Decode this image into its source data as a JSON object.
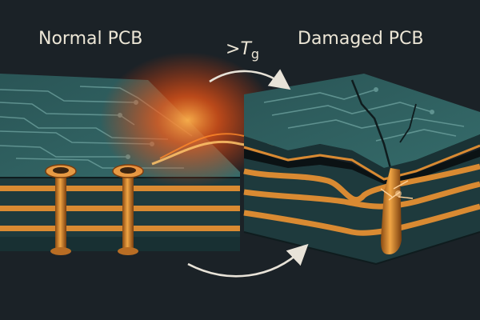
{
  "labels": {
    "normal": "Normal PCB",
    "damaged": "Damaged PCB",
    "threshold_prefix": ">",
    "threshold_symbol": "T",
    "threshold_subscript": "g"
  },
  "colors": {
    "background": "#1b2227",
    "laminate_top": "#2d5a5c",
    "laminate_dark": "#1e3a3d",
    "copper": "#d98a32",
    "trace": "#6fa3a0",
    "heat": "#ff5a14",
    "caption": "#ece6d6",
    "arrow": "#e8e3d8"
  },
  "icons": {
    "heat_glow": "heat-glow",
    "via": "copper-via",
    "arrow": "curved-arrow"
  }
}
